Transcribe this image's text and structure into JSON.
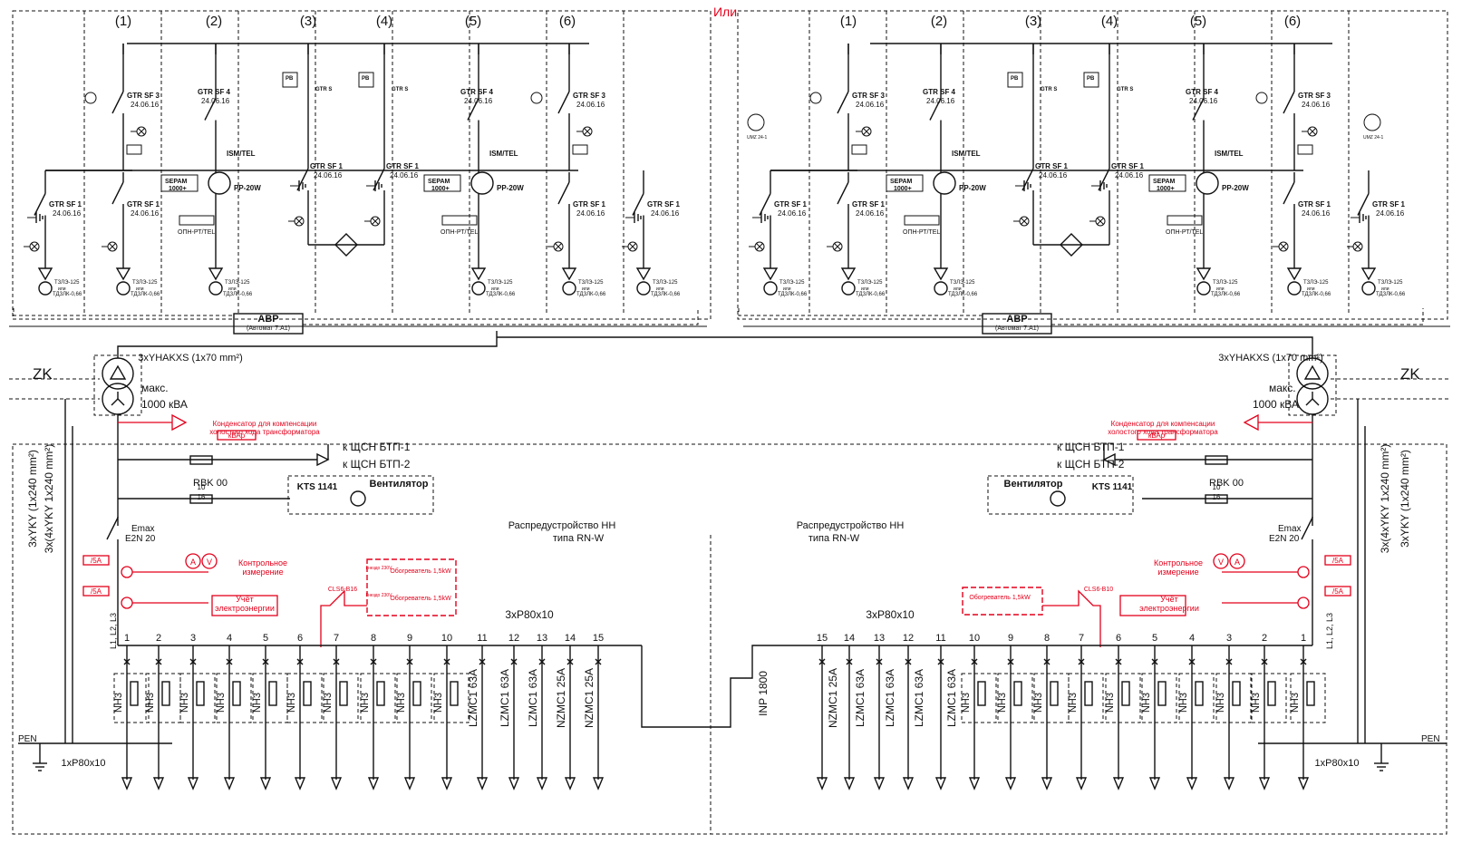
{
  "header": {
    "or_label": "Или"
  },
  "panels": {
    "left": {
      "cells": [
        {
          "num": "(1)",
          "breakers": [
            "GTR SF 3",
            "GTR SF 1"
          ],
          "dates": [
            "24.06.16",
            "24.06.16"
          ]
        },
        {
          "num": "(2)",
          "breakers": [
            "GTR SF 4"
          ],
          "dates": [
            "24.06.16"
          ]
        },
        {
          "num": "(3)",
          "breakers": [
            "GTR SF 1"
          ],
          "dates": [
            "24.06.16"
          ]
        },
        {
          "num": "(4)",
          "breakers": [
            "GTR SF 1"
          ],
          "dates": [
            "24.06.16"
          ]
        },
        {
          "num": "(5)",
          "breakers": [
            "GTR SF 4"
          ],
          "dates": [
            "24.06.16"
          ]
        },
        {
          "num": "(6)",
          "breakers": [
            "GTR SF 3",
            "GTR SF 1",
            "GTR SF 1"
          ],
          "dates": [
            "24.06.16",
            "24.06.16",
            "24.06.16"
          ]
        }
      ]
    },
    "right": {
      "cells": [
        {
          "num": "(1)"
        },
        {
          "num": "(2)"
        },
        {
          "num": "(3)"
        },
        {
          "num": "(4)"
        },
        {
          "num": "(5)"
        },
        {
          "num": "(6)"
        }
      ]
    }
  },
  "labels": {
    "gtr_sf1": "GTR SF 1",
    "gtr_sf3": "GTR SF 3",
    "gtr_sf4": "GTR SF 4",
    "gtr_s": "GTR S",
    "date": "24.06.16",
    "pb": "РВ",
    "ism": "ISM/TEL",
    "sepam": "SEPAM",
    "sepam_model": "1000+",
    "pp": "PP-20W",
    "opn": "ОПН-РТ/TEL",
    "ct_line1": "ТЗЛЭ-125",
    "ct_line2": "или",
    "ct_line3": "ТДЗЛК-0,66",
    "umz": "UMZ 24-1",
    "avr": "АВР",
    "avr_sub": "(Автомат 7.А1)",
    "cable_hv": "3xYHAKXS (1x70 mm²)",
    "zk": "ZK",
    "trafo_max": "макс.",
    "trafo_power": "1000 кВА",
    "capacitor_note1": "Конденсатор для компенсации",
    "capacitor_note2": "холостого хода трансформатора",
    "kvar": "кВАр",
    "k_shsn1": "к ЩСН БТП-1",
    "k_shsn2": "к ЩСН БТП-2",
    "rbk": "RBK 00",
    "fuse_top": "10",
    "fuse_bot": "16",
    "kts": "KTS 1141",
    "fan": "Вентилятор",
    "cable_lv1": "3x(4xYKY 1x240 mm²)",
    "cable_lv2": "3xYKY (1x240 mm²)",
    "emax": "Emax",
    "emax_model": "E2N 20",
    "dist_title": "Распредустройство НН",
    "dist_type": "типа RN-W",
    "ct_5a": "/5A",
    "ct_3": "3",
    "meas1": "Контрольное",
    "meas2": "измерение",
    "meter1": "Учёт",
    "meter2": "электроэнергии",
    "cls": "CLS6-B16",
    "cls_r": "CLS6-B10",
    "socket": "Гнездо 230V",
    "heater": "Обогреватель 1,5kW",
    "busbar": "3xP80x10",
    "pen": "PEN",
    "pen_bar": "1xP80x10",
    "nh3": "NH3",
    "lzmc": "LZMC1  63A",
    "nzmc": "NZMC1  25A",
    "inp": "INP 1800",
    "phases": "L1, L2, L3"
  },
  "feeders_left": [
    "1",
    "2",
    "3",
    "4",
    "5",
    "6",
    "7",
    "8",
    "9",
    "10",
    "11",
    "12",
    "13",
    "14",
    "15"
  ],
  "feeders_right": [
    "15",
    "14",
    "13",
    "12",
    "11",
    "10",
    "9",
    "8",
    "7",
    "6",
    "5",
    "4",
    "3",
    "2",
    "1"
  ]
}
